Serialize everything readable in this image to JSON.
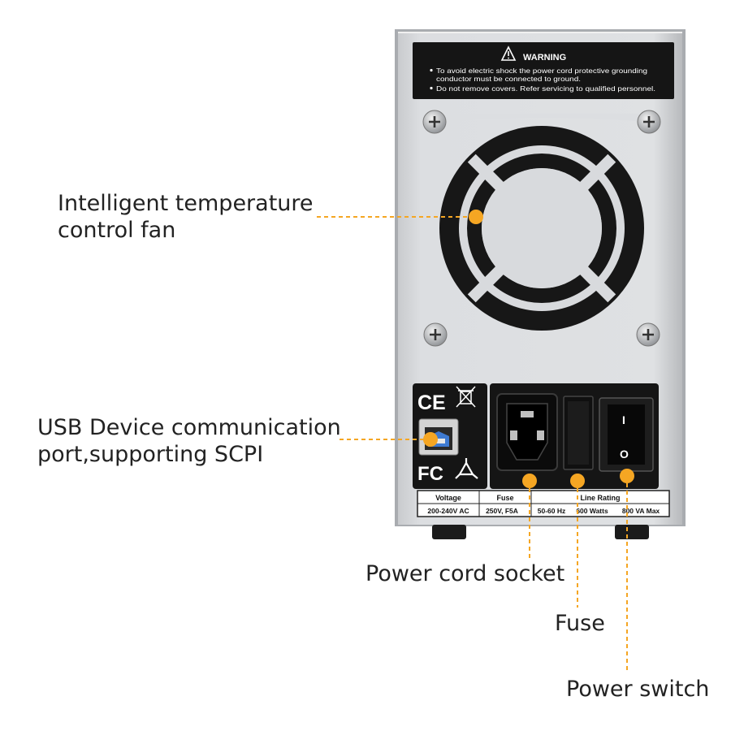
{
  "warning_plate": {
    "title": "WARNING",
    "line1": "To avoid electric shock the power cord protective grounding",
    "line2": "conductor must be connected to ground.",
    "line3": "Do not remove covers. Refer servicing to qualified personnel."
  },
  "rating_plate": {
    "headers": [
      "Voltage",
      "Fuse",
      "Line Rating"
    ],
    "values": [
      "200-240V AC",
      "250V, F5A",
      "50-60 Hz",
      "600 Watts",
      "800 VA Max"
    ]
  },
  "marks": {
    "ce": "CE",
    "fc": "FC"
  },
  "switch_marks": {
    "on": "I",
    "off": "O"
  },
  "callouts": {
    "fan_line1": "Intelligent temperature",
    "fan_line2": "control fan",
    "usb_line1": "USB Device communication",
    "usb_line2": "port,supporting SCPI",
    "socket": "Power cord socket",
    "fuse": "Fuse",
    "switch": "Power switch"
  },
  "colors": {
    "accent": "#F5A623",
    "panel": "#D8DADD",
    "dark": "#151515"
  }
}
